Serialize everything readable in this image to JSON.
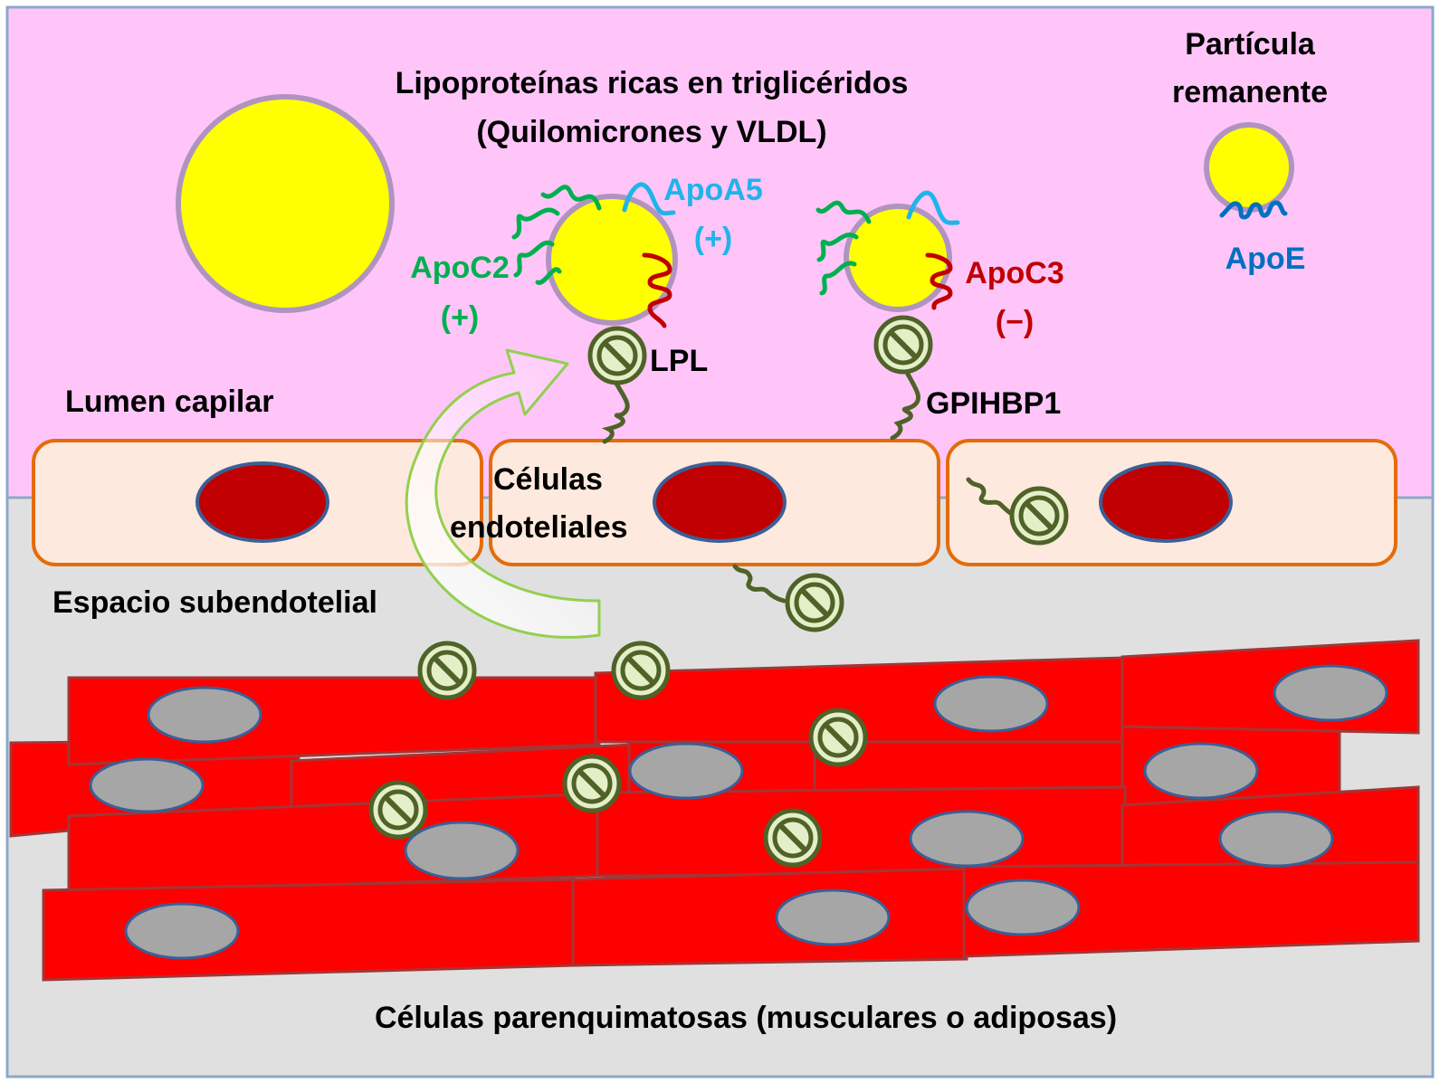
{
  "labels": {
    "tg_title_line1": "Lipoproteínas ricas en triglicéridos",
    "tg_title_line2": "(Quilomicrones y VLDL)",
    "remnant_line1": "Partícula",
    "remnant_line2": "remanente",
    "apoA5": "ApoA5",
    "apoA5_effect": "(+)",
    "apoC2": "ApoC2",
    "apoC2_effect": "(+)",
    "apoC3": "ApoC3",
    "apoC3_effect": "(−)",
    "apoE": "ApoE",
    "lpl": "LPL",
    "gpihbp1": "GPIHBP1",
    "lumen": "Lumen capilar",
    "endothelial_line1": "Células",
    "endothelial_line2": "endoteliales",
    "subendothelial": "Espacio subendotelial",
    "parenchymal": "Células parenquimatosas (musculares o adiposas)"
  },
  "colors": {
    "lumen_bg": "#ffc5f9",
    "tissue_bg": "#e0e0e0",
    "border": "#8ea9c8",
    "lipoprotein": "#ffff00",
    "lipoprotein_edge": "#b094c0",
    "endothelial_cell": "#fde9dd",
    "endothelial_edge": "#e46c0a",
    "endothelial_nucleus": "#c00000",
    "nucleus_edge": "#3b5f96",
    "muscle_cell": "#ff0000",
    "muscle_edge": "#a33636",
    "muscle_nucleus": "#a6a6a6",
    "apoC2": "#00b050",
    "apoA5": "#1fb4ea",
    "apoC3": "#c00000",
    "apoE": "#0070c0",
    "lpl_fill": "#e4efc8",
    "lpl_edge": "#4f6228",
    "arrow": "#92d050"
  },
  "icons": [
    "lpl-enzyme-icon",
    "gpihbp1-anchor-icon",
    "transport-arrow-icon"
  ]
}
